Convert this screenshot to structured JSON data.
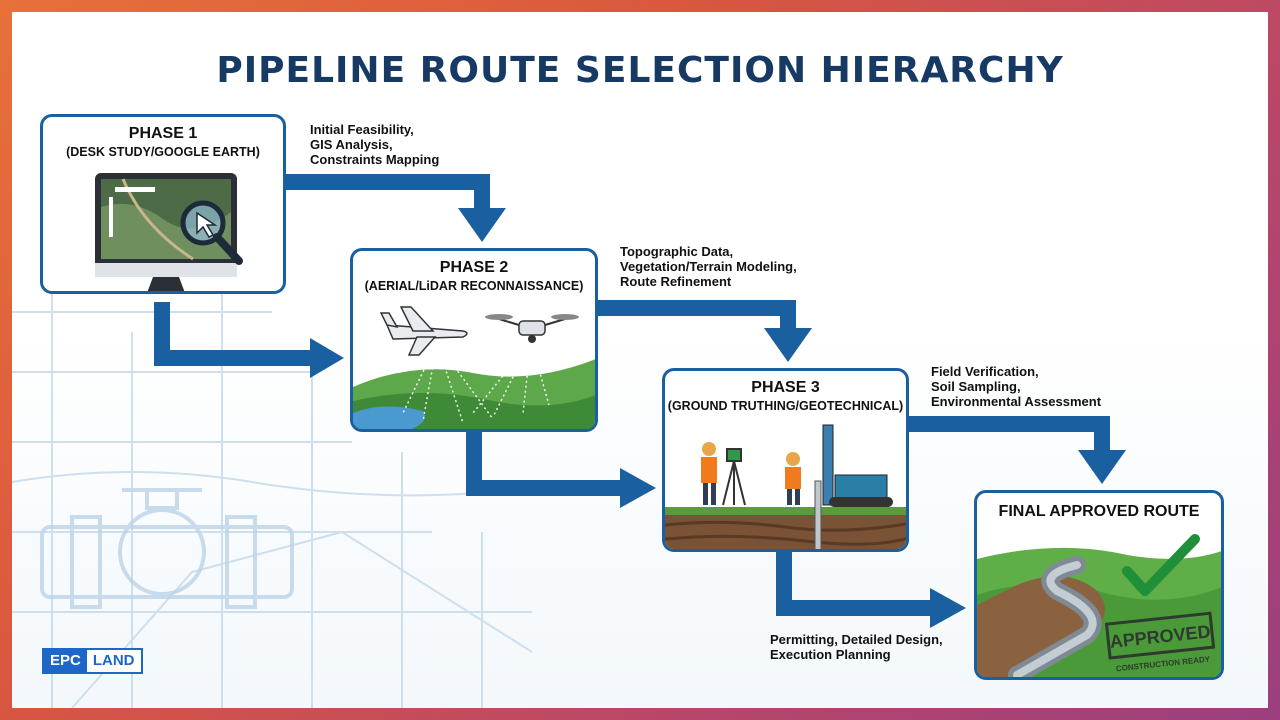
{
  "title": "PIPELINE ROUTE SELECTION HIERARCHY",
  "phases": [
    {
      "title": "PHASE 1",
      "subtitle": "(DESK STUDY/GOOGLE EARTH)",
      "note": "Initial Feasibility,\nGIS Analysis,\nConstraints Mapping"
    },
    {
      "title": "PHASE 2",
      "subtitle": "(AERIAL/LiDAR RECONNAISSANCE)",
      "note": "Topographic Data,\nVegetation/Terrain Modeling,\nRoute Refinement"
    },
    {
      "title": "PHASE 3",
      "subtitle": "(GROUND TRUTHING/GEOTECHNICAL)",
      "note": "Field Verification,\nSoil Sampling,\nEnvironmental Assessment"
    }
  ],
  "final": {
    "title": "FINAL APPROVED ROUTE",
    "stamp": "APPROVED",
    "stamp_sub": "CONSTRUCTION READY",
    "note": "Permitting, Detailed Design,\nExecution Planning"
  },
  "logo": {
    "part1": "EPC",
    "part2": "LAND"
  },
  "colors": {
    "accent": "#1a5fa0",
    "title": "#163a64",
    "frame": "#e8703a"
  }
}
